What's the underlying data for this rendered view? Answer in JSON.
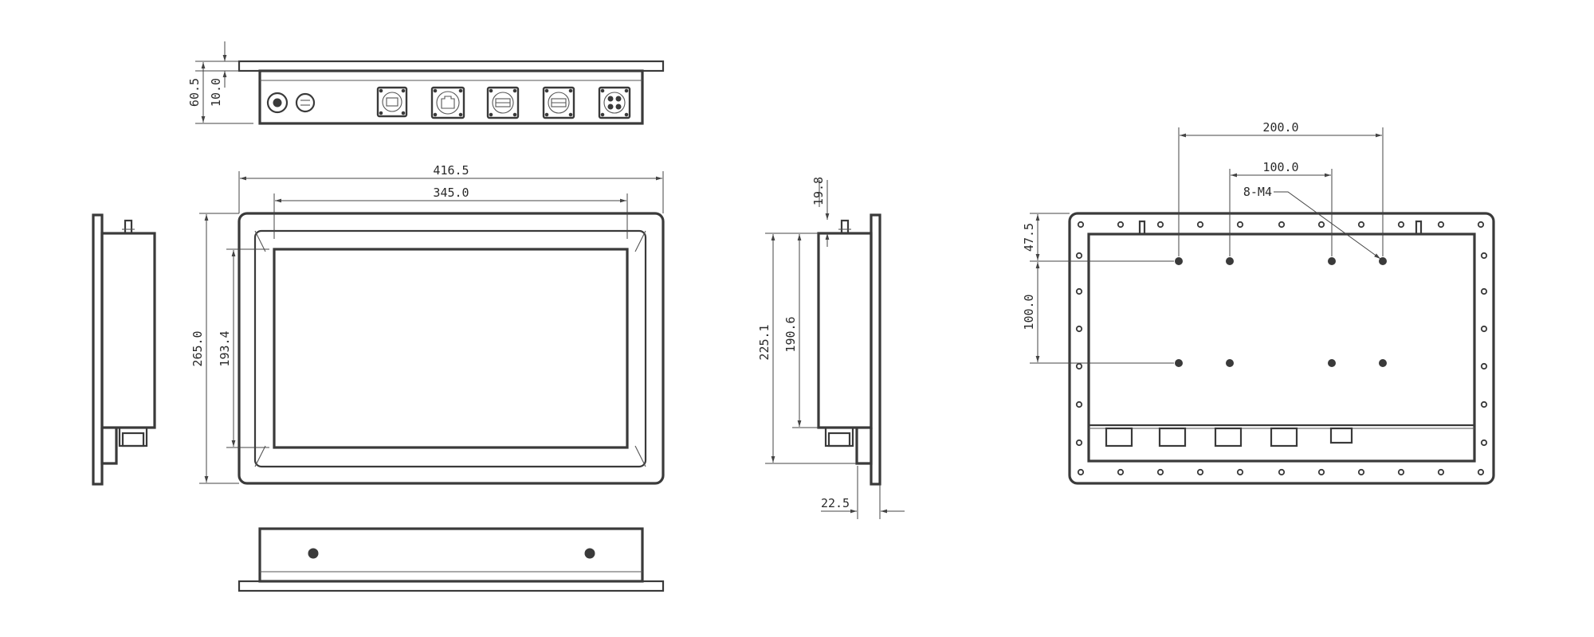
{
  "dimensions": {
    "top_height": "60.5",
    "top_flange": "10.0",
    "overall_width": "416.5",
    "display_width": "345.0",
    "overall_height": "265.0",
    "display_height": "193.4",
    "side_depth": "19.8",
    "side_height": "225.1",
    "side_inner_height": "190.6",
    "side_bottom": "22.5",
    "vesa_outer": "200.0",
    "vesa_inner": "100.0",
    "screw_callout": "8-M4",
    "rear_top_offset": "47.5",
    "rear_vertical": "100.0"
  },
  "colors": {
    "line": "#3a3a3a",
    "background": "#ffffff"
  }
}
